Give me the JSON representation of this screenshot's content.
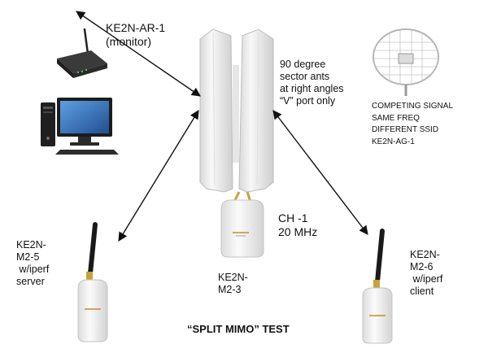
{
  "labels": {
    "router": "KE2N-AR-1\n(monitor)",
    "sector": "90 degree\nsector ants\nat right angles\n“V” port only",
    "competing": "COMPETING SIGNAL\nSAME FREQ\nDIFFERENT SSID\nKE2N-AG-1",
    "channel": "CH -1\n20 MHz",
    "center_node": "KE2N-\nM2-3",
    "left_node": "KE2N-\nM2-5\n w/iperf\nserver",
    "right_node": "KE2N-\nM2-6\n w/iperf\nclient",
    "title": "“SPLIT MIMO” TEST"
  },
  "colors": {
    "text": "#111111",
    "arrow": "#111111",
    "antenna_body": "#eeeeee",
    "device_dark": "#2b2b2b",
    "screen": "#2f6fb8"
  }
}
